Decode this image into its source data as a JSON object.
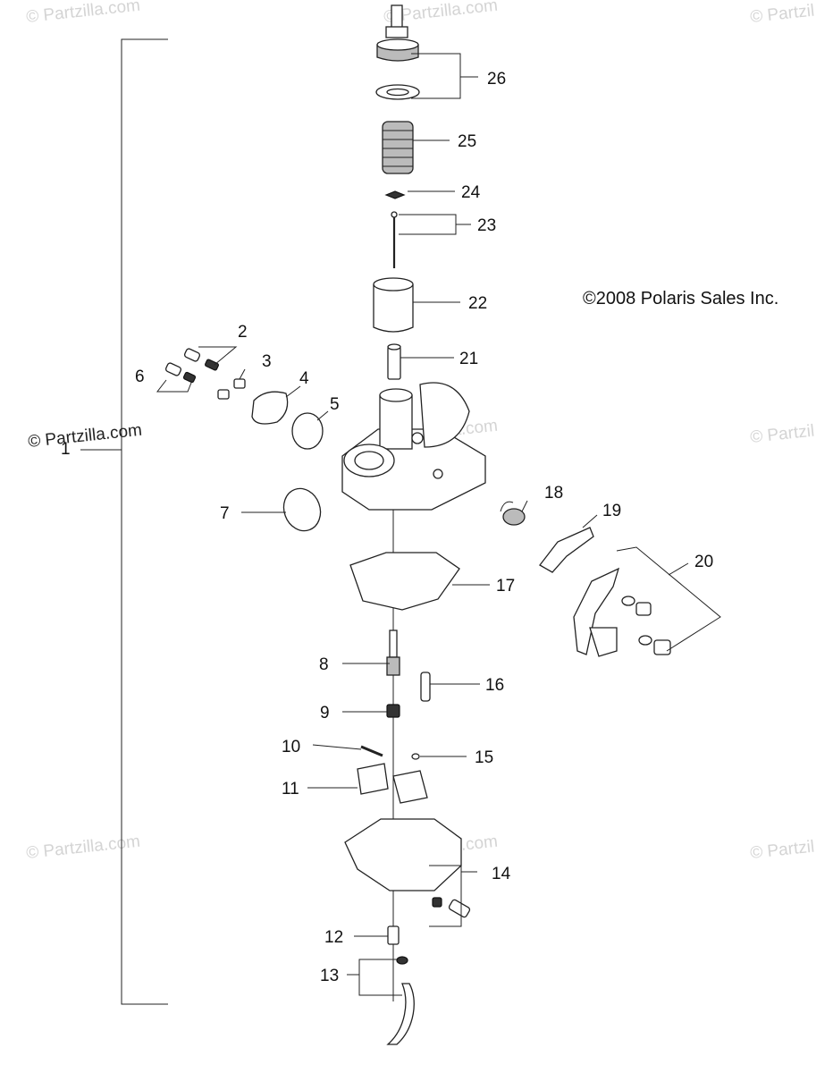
{
  "copyright": "©2008 Polaris Sales Inc.",
  "watermarks": [
    {
      "id": "wm-1",
      "text": "© Partzilla.com",
      "dark": false
    },
    {
      "id": "wm-2",
      "text": "© Partzilla.com",
      "dark": false
    },
    {
      "id": "wm-3",
      "text": "© Partzil",
      "dark": false
    },
    {
      "id": "wm-4",
      "text": "© Partzilla.com",
      "dark": true
    },
    {
      "id": "wm-5",
      "text": "© Partzilla.com",
      "dark": false
    },
    {
      "id": "wm-6",
      "text": "© Partzil",
      "dark": false
    },
    {
      "id": "wm-7",
      "text": "© Partzilla.com",
      "dark": false
    },
    {
      "id": "wm-8",
      "text": "© Partzilla.com",
      "dark": false
    },
    {
      "id": "wm-9",
      "text": "© Partzil",
      "dark": false
    }
  ],
  "callouts": [
    "1",
    "2",
    "3",
    "4",
    "5",
    "6",
    "7",
    "8",
    "9",
    "10",
    "11",
    "12",
    "13",
    "14",
    "15",
    "16",
    "17",
    "18",
    "19",
    "20",
    "21",
    "22",
    "23",
    "24",
    "25",
    "26"
  ]
}
